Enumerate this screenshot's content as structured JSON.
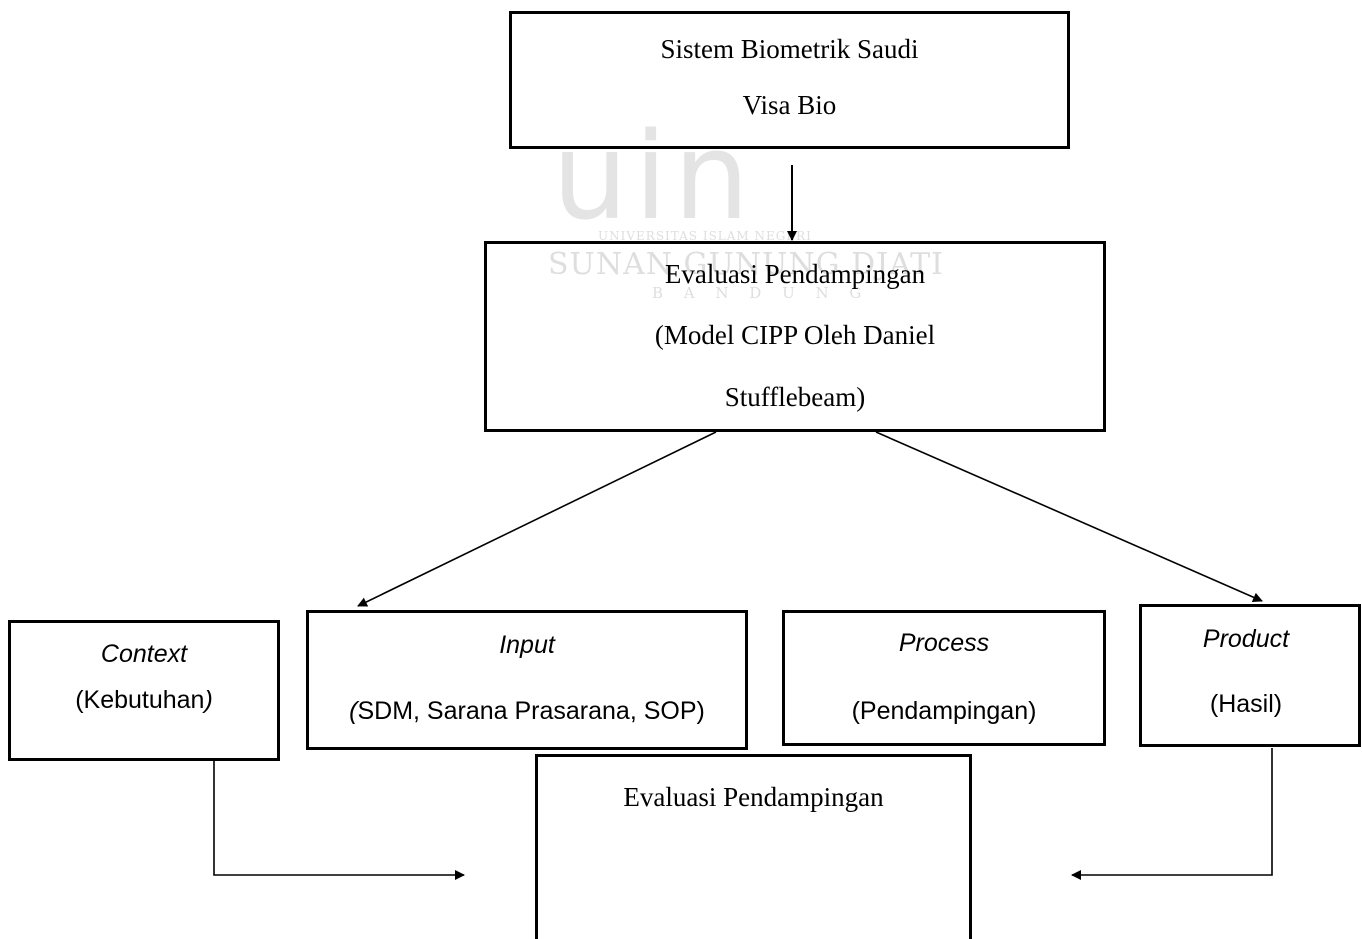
{
  "watermark": {
    "logo_text": "uin",
    "university": "UNIVERSITAS ISLAM NEGERI",
    "name": "SUNAN GUNUNG DJATI",
    "city": "B A N D U N G"
  },
  "top_box": {
    "line1": "Sistem Biometrik Saudi",
    "line2": "Visa Bio"
  },
  "evaluation_box": {
    "line1": "Evaluasi Pendampingan",
    "line2": "(Model CIPP Oleh Daniel",
    "line3": "Stufflebeam)"
  },
  "cipp": {
    "context": {
      "title": "Context",
      "detail_prefix": "(Kebutuhan",
      "detail_suffix": ")"
    },
    "input": {
      "title": "Input",
      "detail_prefix": "(",
      "detail": "SDM, Sarana Prasarana, SOP)"
    },
    "process": {
      "title": "Process",
      "detail": "(Pendampingan)"
    },
    "product": {
      "title": "Product",
      "detail": "(Hasil)"
    }
  },
  "bottom_box": {
    "line1": "Evaluasi Pendampingan"
  }
}
